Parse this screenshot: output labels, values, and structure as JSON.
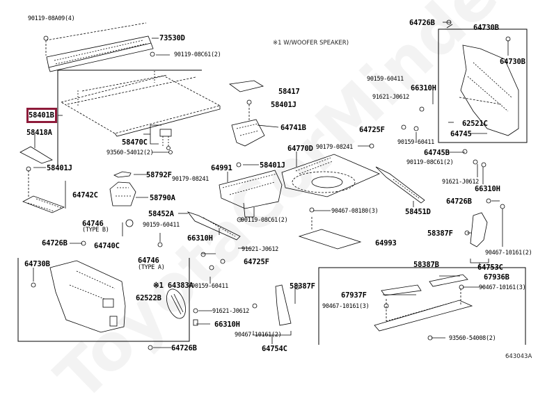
{
  "diagram": {
    "type": "exploded-parts-diagram",
    "watermark": "ToyotaCorMinder",
    "highlight_color": "#8e1b3a",
    "highlighted_part": "58401B",
    "figure_code": "643043A",
    "note": "※1 W/WOOFER SPEAKER)",
    "labels": [
      {
        "id": "l01",
        "text": "90119-08A09(4)",
        "style": "sm"
      },
      {
        "id": "l02",
        "text": "73530D",
        "style": "big"
      },
      {
        "id": "l03",
        "text": "90119-08C61(2)",
        "style": "sm"
      },
      {
        "id": "l04",
        "text": "58417",
        "style": "big"
      },
      {
        "id": "l05",
        "text": "58401J",
        "style": "big"
      },
      {
        "id": "l06",
        "text": "64741B",
        "style": "big"
      },
      {
        "id": "l07",
        "text": "58401B",
        "style": "big"
      },
      {
        "id": "l08",
        "text": "58418A",
        "style": "big"
      },
      {
        "id": "l09",
        "text": "58470C",
        "style": "big"
      },
      {
        "id": "l10",
        "text": "93560-54012(2)",
        "style": "sm"
      },
      {
        "id": "l11",
        "text": "58401J",
        "style": "big"
      },
      {
        "id": "l12",
        "text": "58792F",
        "style": "big"
      },
      {
        "id": "l13",
        "text": "90179-08241",
        "style": "sm"
      },
      {
        "id": "l14",
        "text": "64991",
        "style": "big"
      },
      {
        "id": "l15",
        "text": "58401J",
        "style": "big"
      },
      {
        "id": "l16",
        "text": "64742C",
        "style": "big"
      },
      {
        "id": "l17",
        "text": "58790A",
        "style": "big"
      },
      {
        "id": "l18",
        "text": "58452A",
        "style": "big"
      },
      {
        "id": "l19",
        "text": "64746",
        "style": "big"
      },
      {
        "id": "l20",
        "text": "(TYPE B)",
        "style": "sm"
      },
      {
        "id": "l21",
        "text": "90159-60411",
        "style": "sm"
      },
      {
        "id": "l22",
        "text": "90119-08C61(2)",
        "style": "sm"
      },
      {
        "id": "l23",
        "text": "66310H",
        "style": "big"
      },
      {
        "id": "l24",
        "text": "64726B",
        "style": "big"
      },
      {
        "id": "l25",
        "text": "64740C",
        "style": "big"
      },
      {
        "id": "l26",
        "text": "91621-J0612",
        "style": "sm"
      },
      {
        "id": "l27",
        "text": "64746",
        "style": "big"
      },
      {
        "id": "l28",
        "text": "(TYPE A)",
        "style": "sm"
      },
      {
        "id": "l29",
        "text": "64725F",
        "style": "big"
      },
      {
        "id": "l30",
        "text": "64730B",
        "style": "big"
      },
      {
        "id": "l31",
        "text": "※1 64383A",
        "style": "big"
      },
      {
        "id": "l32",
        "text": "90159-60411",
        "style": "sm"
      },
      {
        "id": "l33",
        "text": "62522B",
        "style": "big"
      },
      {
        "id": "l34",
        "text": "91621-J0612",
        "style": "sm"
      },
      {
        "id": "l35",
        "text": "66310H",
        "style": "big"
      },
      {
        "id": "l36",
        "text": "64726B",
        "style": "big"
      },
      {
        "id": "l37",
        "text": "58387F",
        "style": "big"
      },
      {
        "id": "l38",
        "text": "90467-10161(2)",
        "style": "sm"
      },
      {
        "id": "l39",
        "text": "64754C",
        "style": "big"
      },
      {
        "id": "l40",
        "text": "64770D",
        "style": "big"
      },
      {
        "id": "l41",
        "text": "90179-08241",
        "style": "sm"
      },
      {
        "id": "l42",
        "text": "90467-08180(3)",
        "style": "sm"
      },
      {
        "id": "l43",
        "text": "58451D",
        "style": "big"
      },
      {
        "id": "l44",
        "text": "64993",
        "style": "big"
      },
      {
        "id": "l45",
        "text": "64726B",
        "style": "big"
      },
      {
        "id": "l46",
        "text": "64730B",
        "style": "big"
      },
      {
        "id": "l47",
        "text": "64730B",
        "style": "big"
      },
      {
        "id": "l48",
        "text": "90159-60411",
        "style": "sm"
      },
      {
        "id": "l49",
        "text": "66310H",
        "style": "big"
      },
      {
        "id": "l50",
        "text": "91621-J0612",
        "style": "sm"
      },
      {
        "id": "l51",
        "text": "62521C",
        "style": "big"
      },
      {
        "id": "l52",
        "text": "64725F",
        "style": "big"
      },
      {
        "id": "l53",
        "text": "64745",
        "style": "big"
      },
      {
        "id": "l54",
        "text": "90159-60411",
        "style": "sm"
      },
      {
        "id": "l55",
        "text": "64745B",
        "style": "big"
      },
      {
        "id": "l56",
        "text": "90119-08C61(2)",
        "style": "sm"
      },
      {
        "id": "l57",
        "text": "91621-J0612",
        "style": "sm"
      },
      {
        "id": "l58",
        "text": "66310H",
        "style": "big"
      },
      {
        "id": "l59",
        "text": "64726B",
        "style": "big"
      },
      {
        "id": "l60",
        "text": "58387F",
        "style": "big"
      },
      {
        "id": "l61",
        "text": "90467-10161(2)",
        "style": "sm"
      },
      {
        "id": "l62",
        "text": "64753C",
        "style": "big"
      },
      {
        "id": "l63",
        "text": "58387B",
        "style": "big"
      },
      {
        "id": "l64",
        "text": "67936B",
        "style": "big"
      },
      {
        "id": "l65",
        "text": "67937F",
        "style": "big"
      },
      {
        "id": "l66",
        "text": "90467-10161(3)",
        "style": "sm"
      },
      {
        "id": "l67",
        "text": "90467-10161(3)",
        "style": "sm"
      },
      {
        "id": "l68",
        "text": "93560-54008(2)",
        "style": "sm"
      }
    ]
  }
}
